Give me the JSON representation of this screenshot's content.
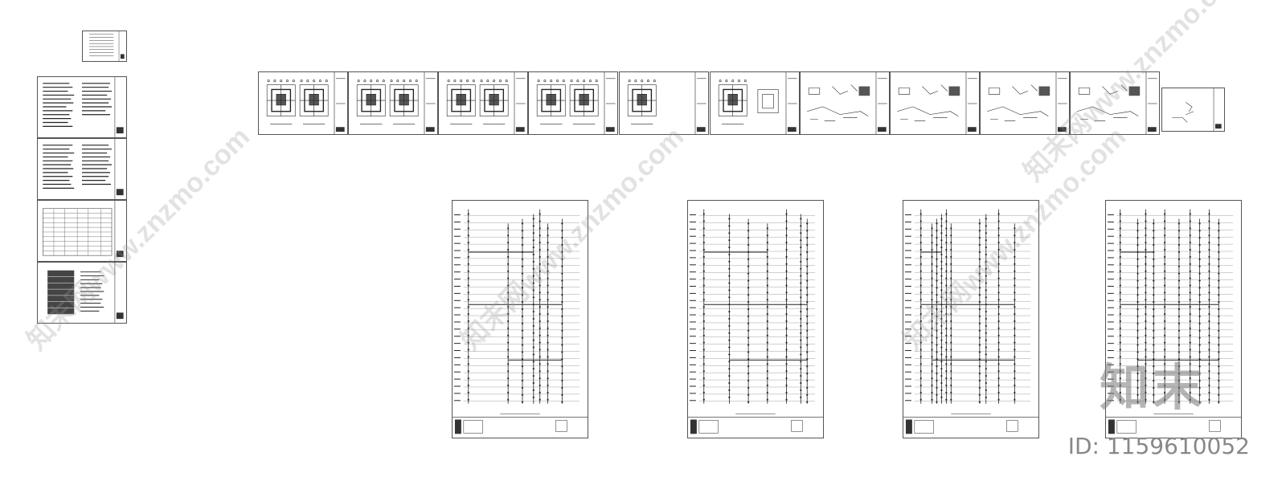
{
  "watermark": {
    "site": "znzmo.com",
    "items": [
      "知末网www.znzmo.com",
      "知末网www.znzmo.com",
      "知末网www.znzmo.com",
      "知末网www.znzmo.com"
    ]
  },
  "brand_logo": "知末",
  "id_label": "ID: 1159610052",
  "colors": {
    "line": "#222222",
    "watermark": "#9a9a9a",
    "background": "#ffffff"
  }
}
